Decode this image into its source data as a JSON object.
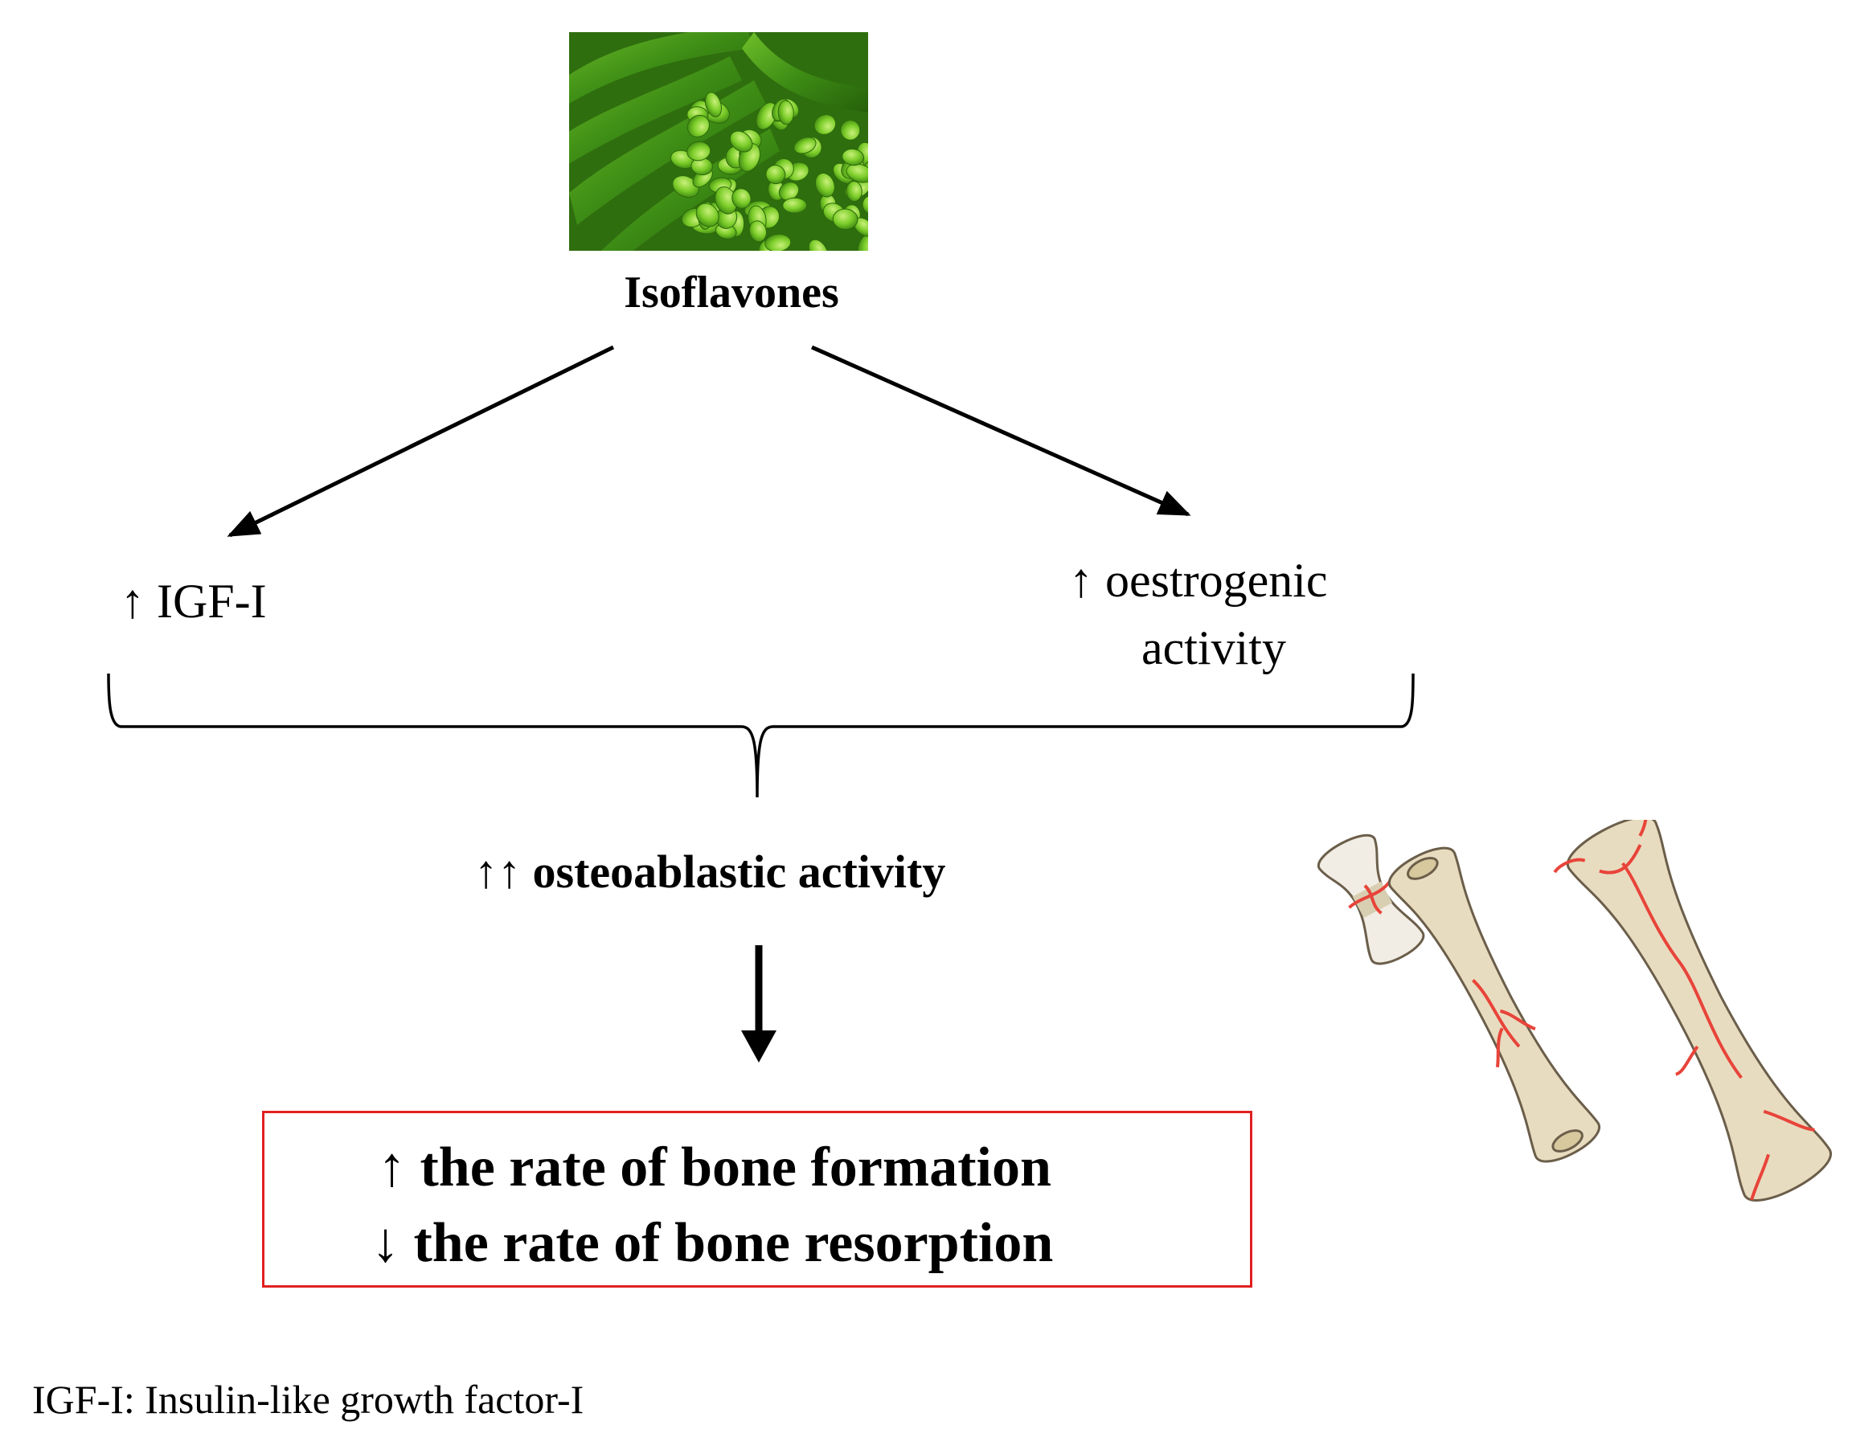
{
  "diagram": {
    "title": "Isoflavones",
    "effects": {
      "left": "↑ IGF-I",
      "right_line1": "↑ oestrogenic",
      "right_line2": "activity"
    },
    "combined": "↑↑ osteoablastic activity",
    "result": {
      "line1": "↑ the rate of bone formation",
      "line2": "↓ the rate of bone resorption",
      "border_color": "#e02020"
    },
    "footnote": "IGF-I: Insulin-like growth factor-I",
    "images": {
      "top": "soybean-pods-photo",
      "right": "bone-growth-illustration"
    },
    "colors": {
      "soy_green": "#4caf1a",
      "bone_fill": "#e8dcc0",
      "vessel_red": "#e8443a"
    }
  }
}
